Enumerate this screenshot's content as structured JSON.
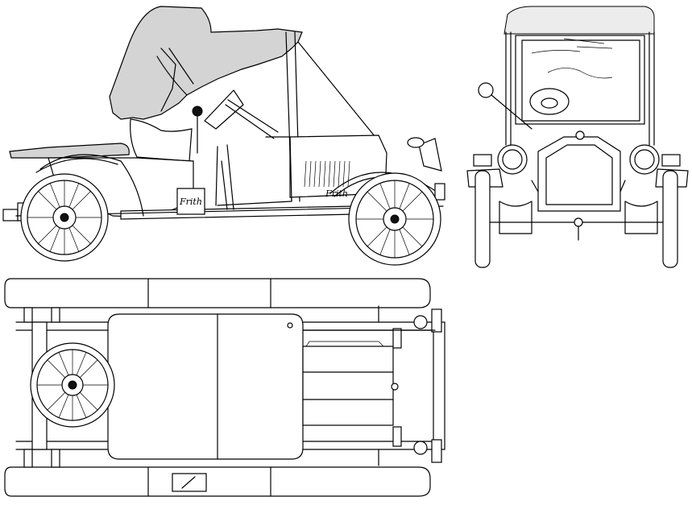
{
  "drawing": {
    "views": [
      "side",
      "front",
      "top"
    ]
  },
  "side_view": {
    "badge_text": "Frith",
    "engine_plate_text": "Frith"
  }
}
